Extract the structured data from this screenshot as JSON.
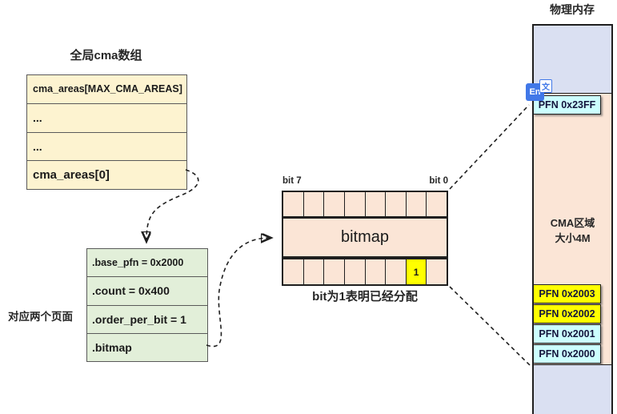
{
  "global_array": {
    "title": "全局cma数组",
    "rows": [
      "cma_areas[MAX_CMA_AREAS]",
      "...",
      "...",
      "cma_areas[0]"
    ]
  },
  "cma_struct": {
    "rows": [
      ".base_pfn = 0x2000",
      ".count = 0x400",
      ".order_per_bit = 1",
      ".bitmap"
    ],
    "side_note": "对应两个页面"
  },
  "bitmap": {
    "bit_high_label": "bit 7",
    "bit_low_label": "bit 0",
    "center_label": "bitmap",
    "cells_per_row": 8,
    "allocated_bit": {
      "index": 6,
      "value": "1"
    },
    "caption": "bit为1表明已经分配"
  },
  "physical_memory": {
    "title": "物理内存",
    "top_pfn_label": "PFN 0x23FF",
    "region_label_line1": "CMA区域",
    "region_label_line2": "大小4M",
    "pfn_cells": [
      {
        "label": "PFN 0x2003",
        "color": "yellow"
      },
      {
        "label": "PFN 0x2002",
        "color": "yellow"
      },
      {
        "label": "PFN 0x2001",
        "color": "cyan"
      },
      {
        "label": "PFN 0x2000",
        "color": "cyan"
      }
    ]
  },
  "translate_icon": {
    "primary": "En",
    "secondary": "文"
  },
  "colors": {
    "array_fill": "#fdf3d0",
    "struct_fill": "#e2efd9",
    "bitmap_fill": "#fbe5d6",
    "allocated_fill": "#ffff00",
    "pfn_yellow": "#ffff00",
    "pfn_cyan": "#ccffff",
    "memory_other_fill": "#dae0f2",
    "border_dark": "#1f1f1f",
    "icon_blue": "#4178e8"
  }
}
